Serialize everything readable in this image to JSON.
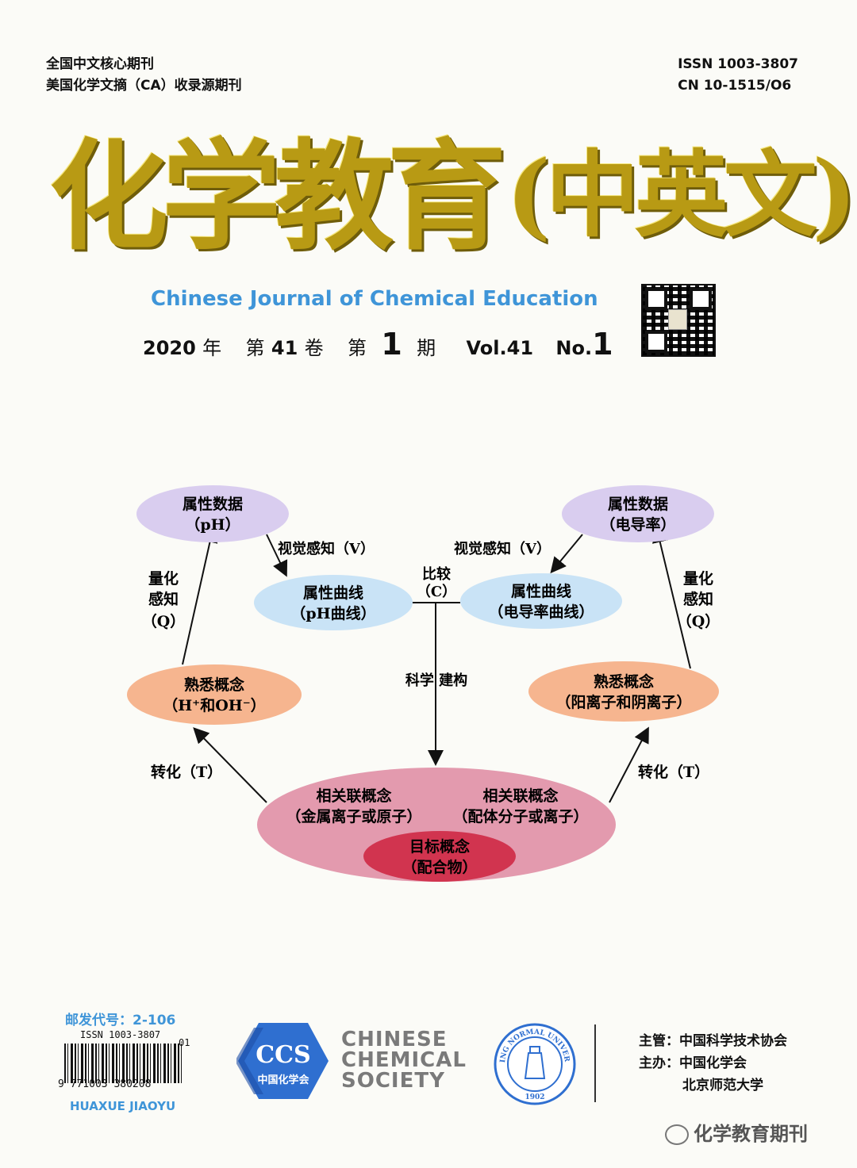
{
  "header": {
    "line1": "全国中文核心期刊",
    "line2": "美国化学文摘（CA）收录源期刊",
    "issn": "ISSN 1003-3807",
    "cn": "CN 10-1515/O6"
  },
  "title": {
    "main": "化学教育",
    "sub": "(中英文)"
  },
  "english_title": "Chinese Journal of Chemical Education",
  "issue": {
    "year": "2020",
    "year_unit": "年",
    "vol_prefix": "第",
    "vol": "41",
    "vol_unit": "卷",
    "no_prefix": "第",
    "no": "1",
    "no_unit": "期",
    "vol_en": "Vol.41",
    "no_en": "No.",
    "no_en_num": "1"
  },
  "diagram": {
    "tl_node": [
      "属性数据",
      "（pH）"
    ],
    "tr_node": [
      "属性数据",
      "（电导率）"
    ],
    "ml_node": [
      "属性曲线",
      "（pH曲线）"
    ],
    "mr_node": [
      "属性曲线",
      "（电导率曲线）"
    ],
    "l_node": [
      "熟悉概念",
      "（H⁺和OH⁻）"
    ],
    "r_node": [
      "熟悉概念",
      "（阳离子和阴离子）"
    ],
    "big_left": [
      "相关联概念",
      "（金属离子或原子）"
    ],
    "big_right": [
      "相关联概念",
      "（配体分子或离子）"
    ],
    "target": [
      "目标概念",
      "（配合物）"
    ],
    "visual_l": "视觉感知（V）",
    "visual_r": "视觉感知（V）",
    "compare": [
      "比较",
      "（C）"
    ],
    "quant_l": [
      "量化",
      "感知",
      "（Q）"
    ],
    "quant_r": [
      "量化",
      "感知",
      "（Q）"
    ],
    "science": "科学 建构",
    "trans_l": "转化（T）",
    "trans_r": "转化（T）"
  },
  "footer": {
    "postal": "邮发代号：2-106",
    "barcode_issn": "ISSN 1003-3807",
    "barcode_number": "9 771003 380208",
    "barcode_addon": "01",
    "pinyin": "HUAXUE JIAOYU",
    "ccs_abbr": "CCS",
    "ccs_cn": "中国化学会",
    "ccs_en": [
      "CHINESE",
      "CHEMICAL",
      "SOCIETY"
    ],
    "bnu_ring": "BEIJING NORMAL UNIVERSITY",
    "bnu_year": "1902",
    "sponsor1_label": "主管：",
    "sponsor1": "中国科学技术协会",
    "sponsor2_label": "主办：",
    "sponsor2": "中国化学会",
    "sponsor3": "北京师范大学",
    "wechat": "化学教育期刊"
  },
  "colors": {
    "title_gold": "#b89a14",
    "english_blue": "#3f95d8",
    "purple": "#d9cdef",
    "blue": "#c9e3f6",
    "orange": "#f6b58f",
    "pink": "#e39aae",
    "crimson": "#d1344f"
  }
}
